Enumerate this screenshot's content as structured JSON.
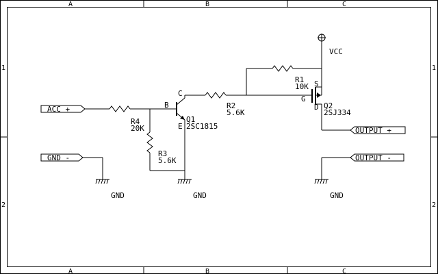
{
  "frame": {
    "cols": [
      "A",
      "B",
      "C"
    ],
    "rows": [
      "1",
      "2"
    ]
  },
  "connectors": {
    "acc": "ACC +",
    "gnd_in": "GND -",
    "out_plus": "OUTPUT +",
    "out_minus": "OUTPUT -"
  },
  "parts": {
    "r4": {
      "ref": "R4",
      "value": "20K"
    },
    "r3": {
      "ref": "R3",
      "value": "5.6K"
    },
    "r2": {
      "ref": "R2",
      "value": "5.6K"
    },
    "r1": {
      "ref": "R1",
      "value": "10K"
    },
    "q1": {
      "ref": "Q1",
      "part": "2SC1815",
      "pin_b": "B",
      "pin_c": "C",
      "pin_e": "E"
    },
    "q2": {
      "ref": "Q2",
      "part": "2SJ334",
      "pin_s": "S",
      "pin_g": "G",
      "pin_d": "D"
    }
  },
  "power": {
    "vcc": "VCC",
    "gnd1": "GND",
    "gnd2": "GND",
    "gnd3": "GND"
  }
}
